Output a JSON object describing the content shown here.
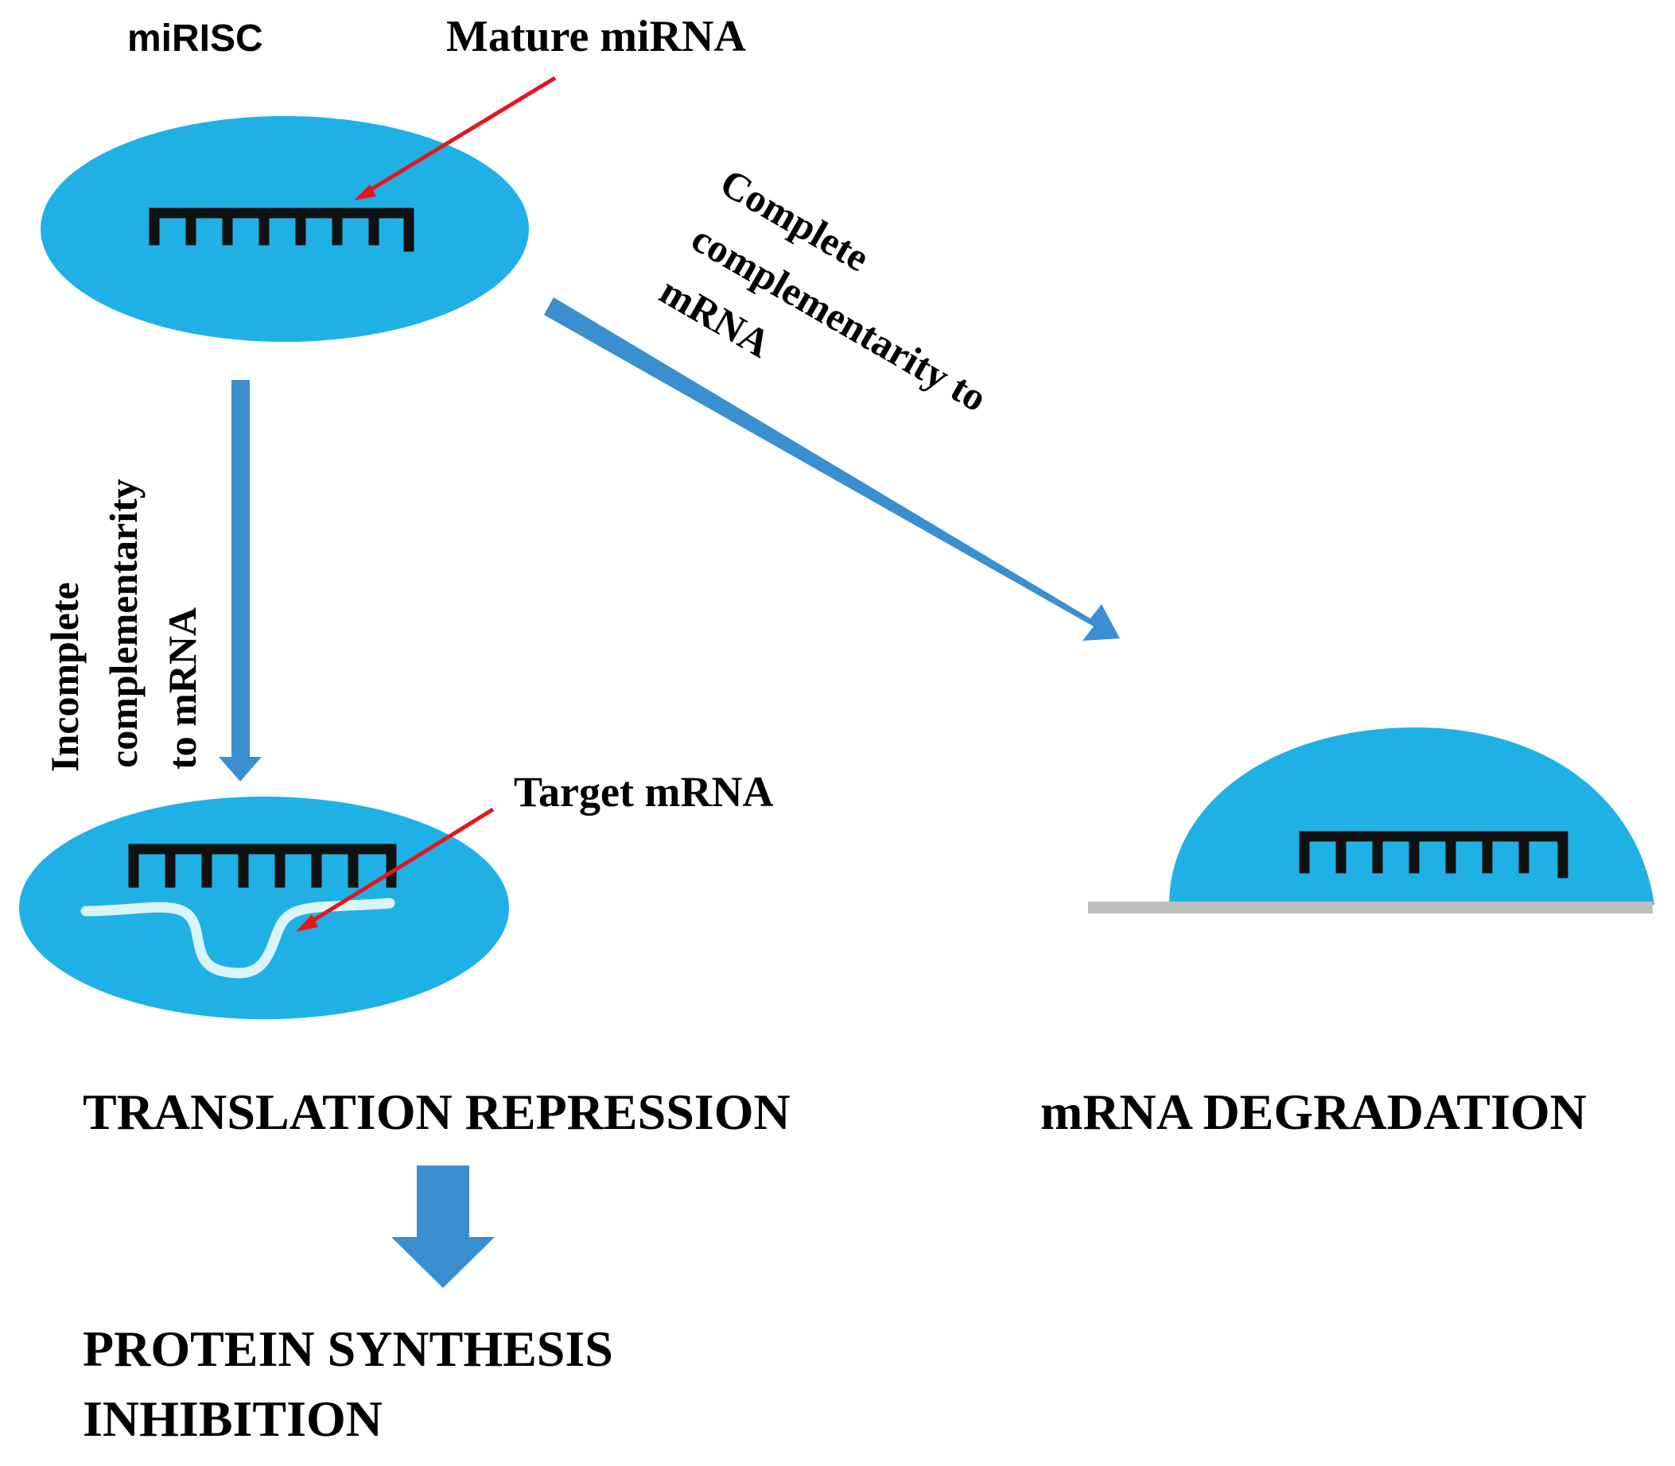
{
  "labels": {
    "mirisc": "miRISC",
    "mature_mirna": "Mature miRNA",
    "complete_line1": "Complete",
    "complete_line2": "complementarity to",
    "complete_line3": "mRNA",
    "incomplete_line1": "Incomplete",
    "incomplete_line2": "complementarity",
    "incomplete_line3": "to mRNA",
    "target_mrna": "Target mRNA",
    "translation_repression": "TRANSLATION REPRESSION",
    "mrna_degradation": "mRNA DEGRADATION",
    "protein_synthesis_line1": "PROTEIN SYNTHESIS",
    "protein_synthesis_line2": "INHIBITION"
  },
  "colors": {
    "complex_fill": "#1fb1e6",
    "arrow_fill": "#3a8fd0",
    "pointer": "#e8141c",
    "mirna_comb": "#111111",
    "target_strand": "#d9f4fa",
    "surface_line": "#bdbdbd"
  }
}
